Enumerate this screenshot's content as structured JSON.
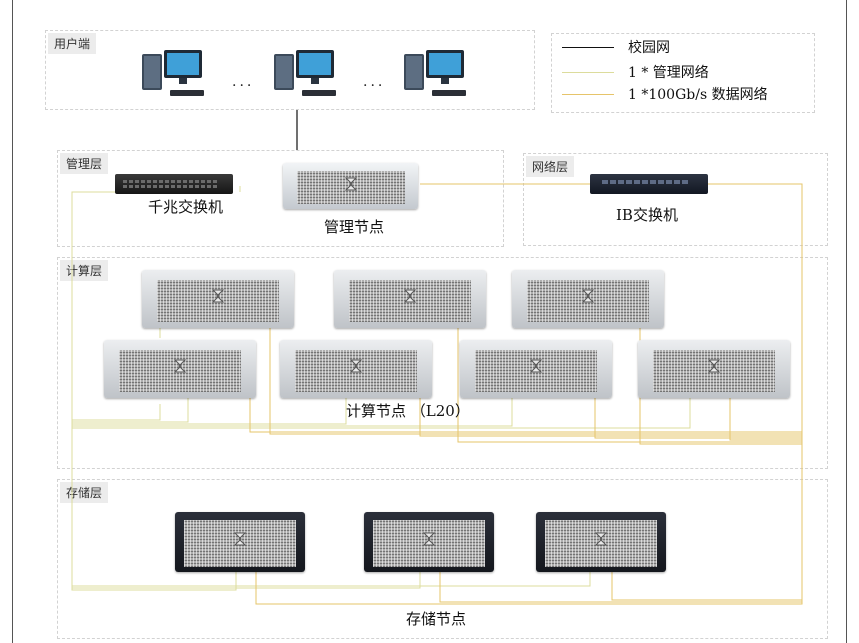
{
  "layers": {
    "user": "用户端",
    "management": "管理层",
    "network": "网络层",
    "compute": "计算层",
    "storage": "存储层"
  },
  "legend": {
    "campus": "校园网",
    "mgmt": "1 * 管理网络",
    "data": "1 *100Gb/s 数据网络"
  },
  "labels": {
    "gigabit_switch": "千兆交换机",
    "mgmt_node": "管理节点",
    "ib_switch": "IB交换机",
    "compute_nodes": "计算节点  （L20）",
    "storage_nodes": "存储节点"
  },
  "user_dots": "...",
  "colors": {
    "campus_line": "#111111",
    "mgmt_line": "#dede9a",
    "data_line": "#e8c56a"
  }
}
